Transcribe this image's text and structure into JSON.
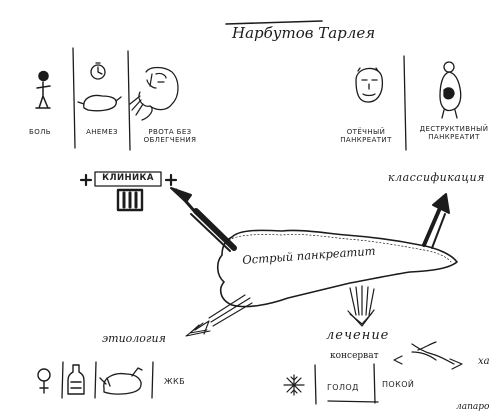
{
  "author": "Нарбутов Тарлея",
  "center": "Острый панкреатит",
  "clinic": {
    "title": "КЛИНИКА",
    "grade": "III",
    "items": [
      {
        "label": "БОЛЬ",
        "icon": "standing-person-pain-icon"
      },
      {
        "label": "АНЕМЕЗ",
        "icon": "stopwatch-chicken-icon"
      },
      {
        "label": "РВОТА БЕЗ ОБЛЕГЧЕНИЯ",
        "icon": "vomiting-face-icon"
      }
    ]
  },
  "classification": {
    "title": "классификация",
    "items": [
      {
        "label": "ОТЁЧНЫЙ ПАНКРЕАТИТ",
        "icon": "swollen-face-icon"
      },
      {
        "label": "ДЕСТРУКТИВНЫЙ ПАНКРЕАТИТ",
        "icon": "person-with-organ-icon"
      }
    ]
  },
  "etiology": {
    "title": "этиология",
    "items": [
      {
        "label": "",
        "icon": "female-symbol-icon"
      },
      {
        "label": "",
        "icon": "bottle-icon"
      },
      {
        "label": "",
        "icon": "roast-chicken-icon"
      },
      {
        "label": "ЖКБ",
        "icon": ""
      }
    ]
  },
  "treatment": {
    "title": "лечение",
    "conservative": "консерват",
    "operative": "ха",
    "extra": "лапаро",
    "items": [
      {
        "label": "",
        "icon": "snowflake-icon"
      },
      {
        "label": "ГОЛОД",
        "icon": ""
      },
      {
        "label": "ПОКОЙ",
        "icon": ""
      }
    ]
  },
  "colors": {
    "ink": "#1c1c1c",
    "paper": "#ffffff"
  }
}
